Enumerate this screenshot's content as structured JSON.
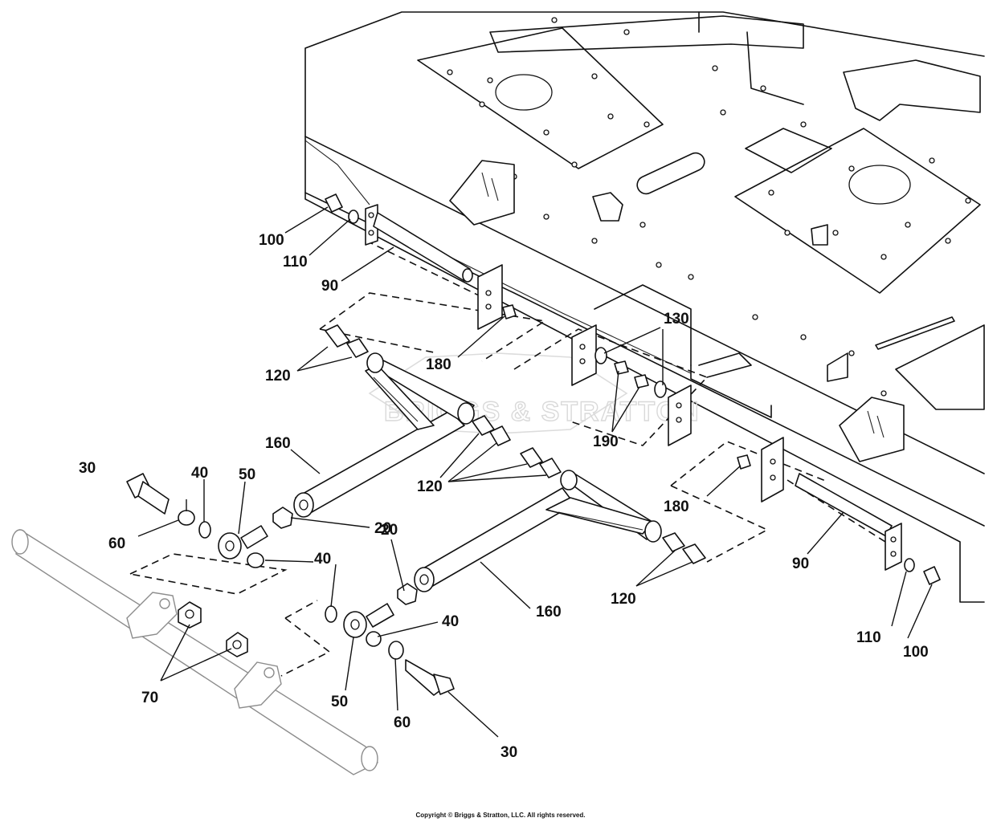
{
  "watermark": "BRIGGS & STRATTON",
  "copyright": "Copyright © Briggs & Stratton, LLC. All rights reserved.",
  "callouts": {
    "c100_left": "100",
    "c110_left": "110",
    "c90_left": "90",
    "c180_left": "180",
    "c130": "130",
    "c190": "190",
    "c120_top": "120",
    "c160_upper": "160",
    "c30_left": "30",
    "c40_left": "40",
    "c50_left": "50",
    "c60_left": "60",
    "c20_upper": "20",
    "c120_mid": "120",
    "c180_right": "180",
    "c90_right": "90",
    "c40_mid": "40",
    "c20_lower": "20",
    "c160_lower": "160",
    "c120_bottom": "120",
    "c40_lower": "40",
    "c110_right": "110",
    "c100_right": "100",
    "c70": "70",
    "c50_lower": "50",
    "c60_lower": "60",
    "c30_lower": "30"
  }
}
